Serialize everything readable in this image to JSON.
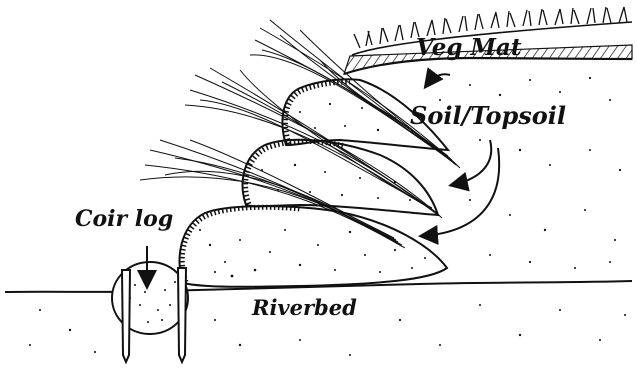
{
  "labels": {
    "veg_mat": "Veg Mat",
    "soil_topsoil": "Soil/Topsoil",
    "coir_log": "Coir log",
    "riverbed": "Riverbed"
  },
  "colors": {
    "ink": "#111111",
    "background": "#ffffff"
  }
}
